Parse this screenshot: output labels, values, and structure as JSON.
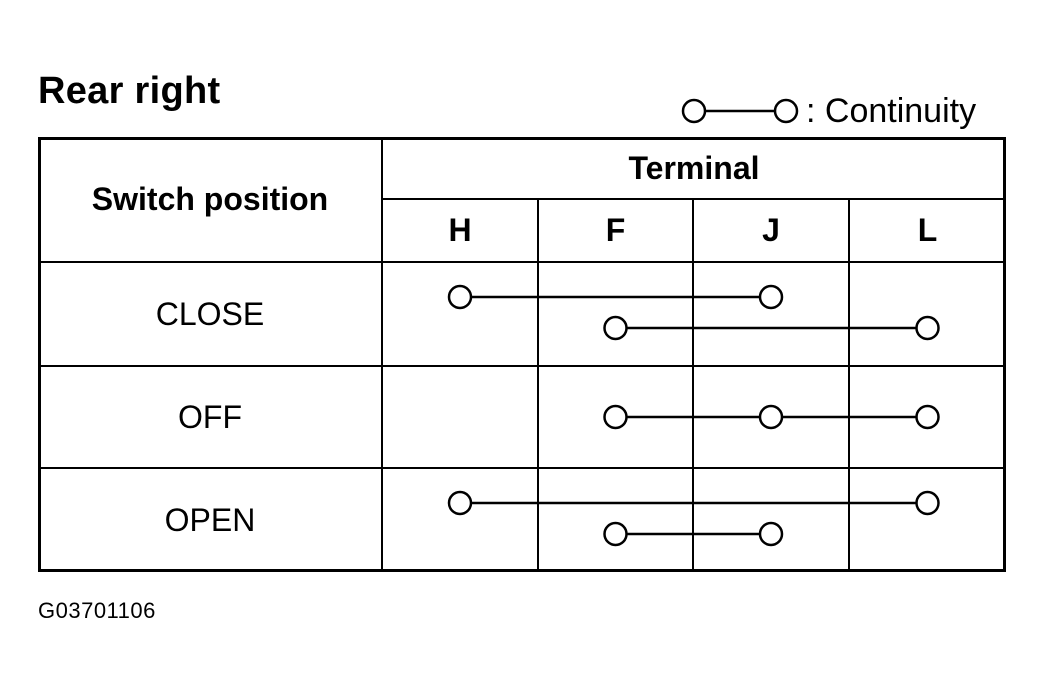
{
  "title": "Rear right",
  "legend": {
    "symbol": "continuity-symbol",
    "label": ": Continuity"
  },
  "table": {
    "header_left": "Switch position",
    "header_group": "Terminal",
    "terminals": [
      "H",
      "F",
      "J",
      "L"
    ],
    "rows": [
      {
        "position": "CLOSE",
        "connections": [
          {
            "from": "H",
            "to": "J",
            "lane": "upper"
          },
          {
            "from": "F",
            "to": "L",
            "lane": "lower"
          }
        ]
      },
      {
        "position": "OFF",
        "connections": [
          {
            "terminals": [
              "F",
              "J",
              "L"
            ],
            "lane": "middle"
          }
        ]
      },
      {
        "position": "OPEN",
        "connections": [
          {
            "from": "H",
            "to": "L",
            "lane": "upper"
          },
          {
            "from": "F",
            "to": "J",
            "lane": "lower"
          }
        ]
      }
    ]
  },
  "figure_id": "G03701106"
}
